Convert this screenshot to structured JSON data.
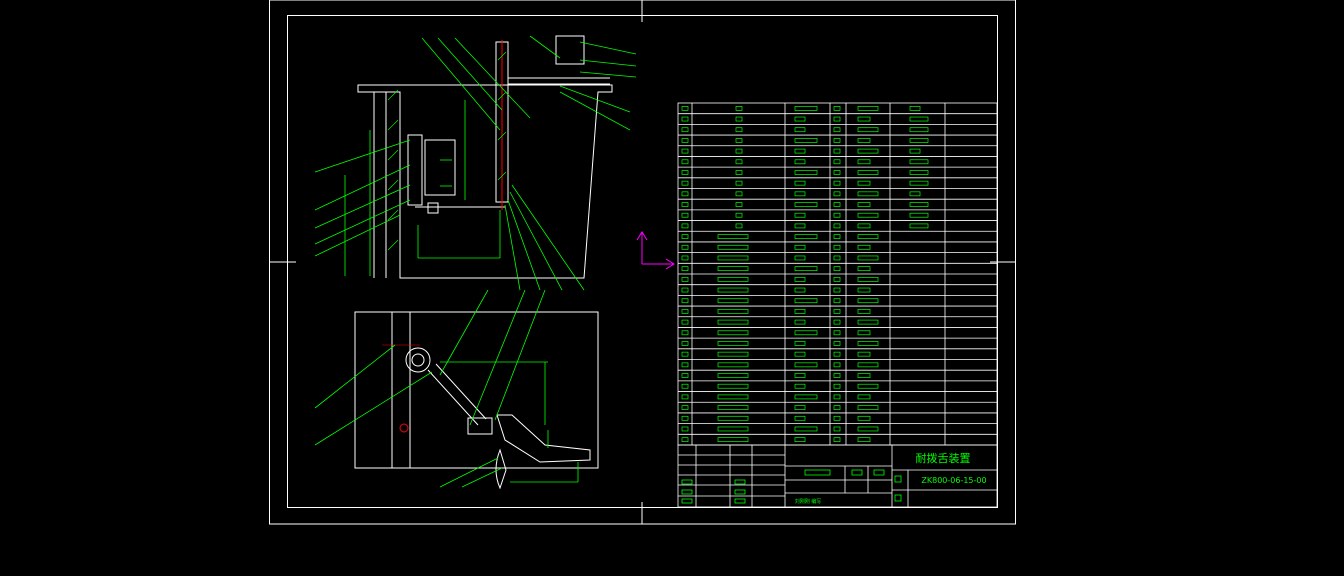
{
  "title_block": {
    "drawing_title": "耐拨舌装置",
    "drawing_number": "ZK800-06-15-00",
    "designer_label": "刘刚刚 编写"
  },
  "colors": {
    "background": "#000000",
    "frame": "#ffffff",
    "linework": "#00ff00",
    "ucs_icon": "#ff00ff",
    "centerline": "#ff0000"
  }
}
